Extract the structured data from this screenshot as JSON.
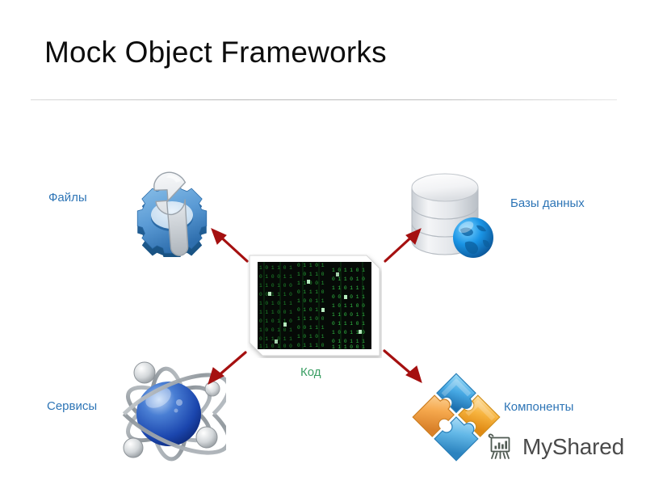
{
  "slide": {
    "title": "Mock Object Frameworks",
    "background_color": "#ffffff",
    "title_color": "#0d0d0d",
    "rule_color": "#bfbfbf"
  },
  "diagram": {
    "center": {
      "label": "Код",
      "label_color": "#3a9e63",
      "icon": "matrix-code-card",
      "icon_colors": {
        "background": "#050806",
        "glyphs": "#2fbf3f",
        "frame": "#ffffff"
      }
    },
    "nodes": [
      {
        "id": "files",
        "label": "Файлы",
        "label_color": "#2e75b6",
        "icon": "gear-wrench-icon",
        "icon_colors": {
          "gear": "#5b9bd5",
          "gear_dark": "#1f5c99",
          "wrench": "#d9dde0"
        },
        "arrow": {
          "name": "arrow-to-files",
          "direction": "up-left",
          "color": "#a51010"
        }
      },
      {
        "id": "databases",
        "label": "Базы данных",
        "label_color": "#2e75b6",
        "icon": "database-globe-icon",
        "icon_colors": {
          "cylinder": "#e9eaec",
          "cylinder_edge": "#b7bcc2",
          "globe": "#1a8fe0"
        },
        "arrow": {
          "name": "arrow-to-databases",
          "direction": "up-right",
          "color": "#a51010"
        }
      },
      {
        "id": "services",
        "label": "Сервисы",
        "label_color": "#2e75b6",
        "icon": "atom-services-icon",
        "icon_colors": {
          "sphere": "#1f4fb5",
          "sphere_light": "#8fb8ef",
          "orbits": "#9aa0a6",
          "nodes": "#cfd3d6"
        },
        "arrow": {
          "name": "arrow-to-services",
          "direction": "down-left",
          "color": "#a51010"
        }
      },
      {
        "id": "components",
        "label": "Компоненты",
        "label_color": "#2e75b6",
        "icon": "puzzle-pieces-icon",
        "icon_colors": {
          "blue": "#3b9ede",
          "blue_light": "#86c9ef",
          "orange": "#f0a02a",
          "orange_light": "#f8cf8a"
        },
        "arrow": {
          "name": "arrow-to-components",
          "direction": "down-right",
          "color": "#a51010"
        }
      }
    ]
  },
  "watermark": {
    "text": "MyShared",
    "icon": "flipchart-barchart-icon",
    "color": "#4a4a4a"
  }
}
